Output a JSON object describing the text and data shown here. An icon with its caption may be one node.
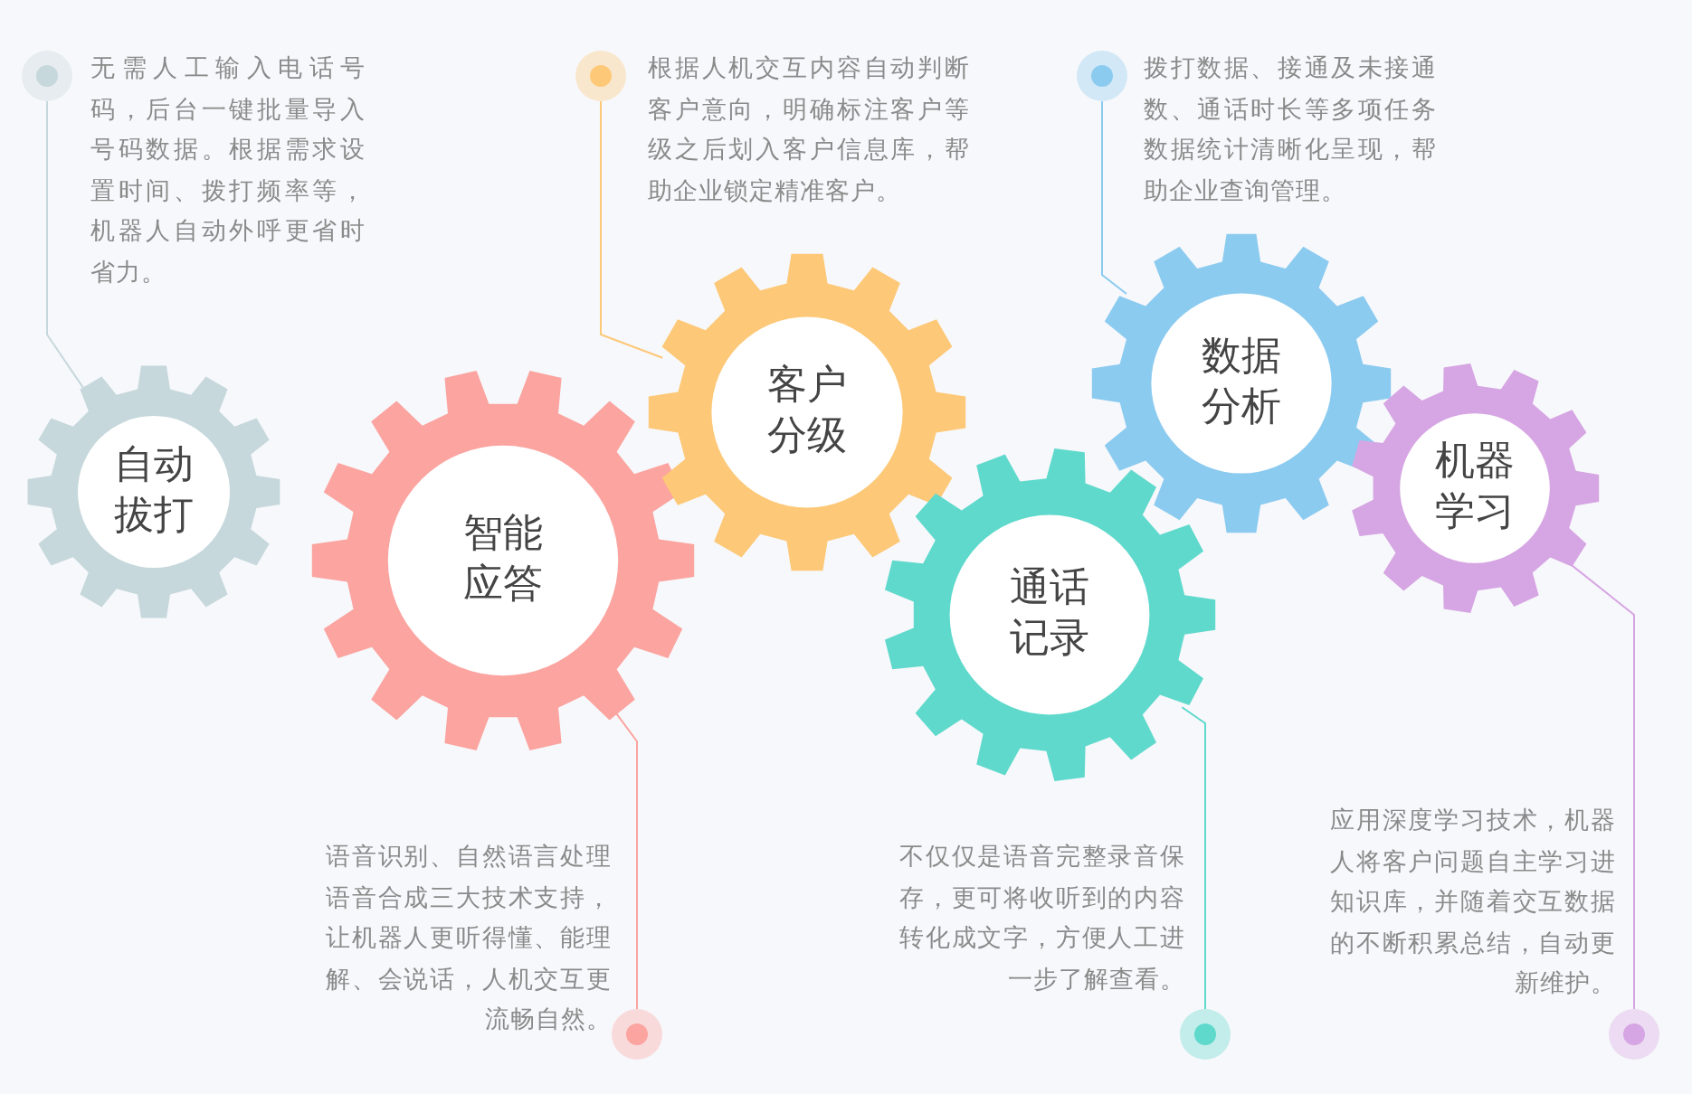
{
  "diagram": {
    "nodes": [
      {
        "text": [],
        "shape": "circle",
        "beside": [
          "无需人工输入电话号码，后台一键批量导入号码数据。根据需求设置时间、拨打频率等，机器人自动外呼更省时省力。"
        ]
      },
      {
        "text": [],
        "shape": "circle",
        "beside": [
          "根据人机交互内容自动判断客户意向，明确标注客户等级之后划入客户信息库，帮助企业锁定精准客户。"
        ]
      },
      {
        "text": [],
        "shape": "circle",
        "beside": [
          "拨打数据、接通及未接通数、通话时长等多项任务数据统计清晰化呈现，帮助企业查询管理。"
        ]
      },
      {
        "text": [
          "自动拔打"
        ]
      },
      {
        "text": [
          "智能应答"
        ]
      },
      {
        "text": [
          "客户分级"
        ]
      },
      {
        "text": [
          "通话记录"
        ]
      },
      {
        "text": [
          "数据分析"
        ]
      },
      {
        "text": [
          "机器学习"
        ]
      },
      {
        "text": [],
        "shape": "circle",
        "beside": [
          "语音识别、自然语言处理语音合成三大技术支持，让机器人更听得懂、能理解、会说话，人机交互更流畅自然。"
        ]
      },
      {
        "text": [],
        "shape": "circle",
        "beside": [
          "不仅仅是语音完整录音保存，更可将收听到的内容转化成文字，方便人工进一步了解查看。"
        ]
      },
      {
        "text": [],
        "shape": "circle",
        "beside": [
          "应用深度学习技术，机器人将客户问题自主学习进知识库，并随着交互数据的不断积累总结，自动更新维护。"
        ]
      }
    ],
    "edges": [
      {
        "from": 0,
        "to": 3,
        "arrow": "none",
        "color": "#c6d8dc"
      },
      {
        "from": 1,
        "to": 5,
        "arrow": "none",
        "color": "#fdc877"
      },
      {
        "from": 2,
        "to": 7,
        "arrow": "none",
        "color": "#8ccbf0"
      },
      {
        "from": 9,
        "to": 4,
        "arrow": "none",
        "color": "#fba4a0"
      },
      {
        "from": 10,
        "to": 6,
        "arrow": "none",
        "color": "#5fd9cc"
      },
      {
        "from": 11,
        "to": 8,
        "arrow": "none",
        "color": "#d6a5e3"
      }
    ]
  }
}
